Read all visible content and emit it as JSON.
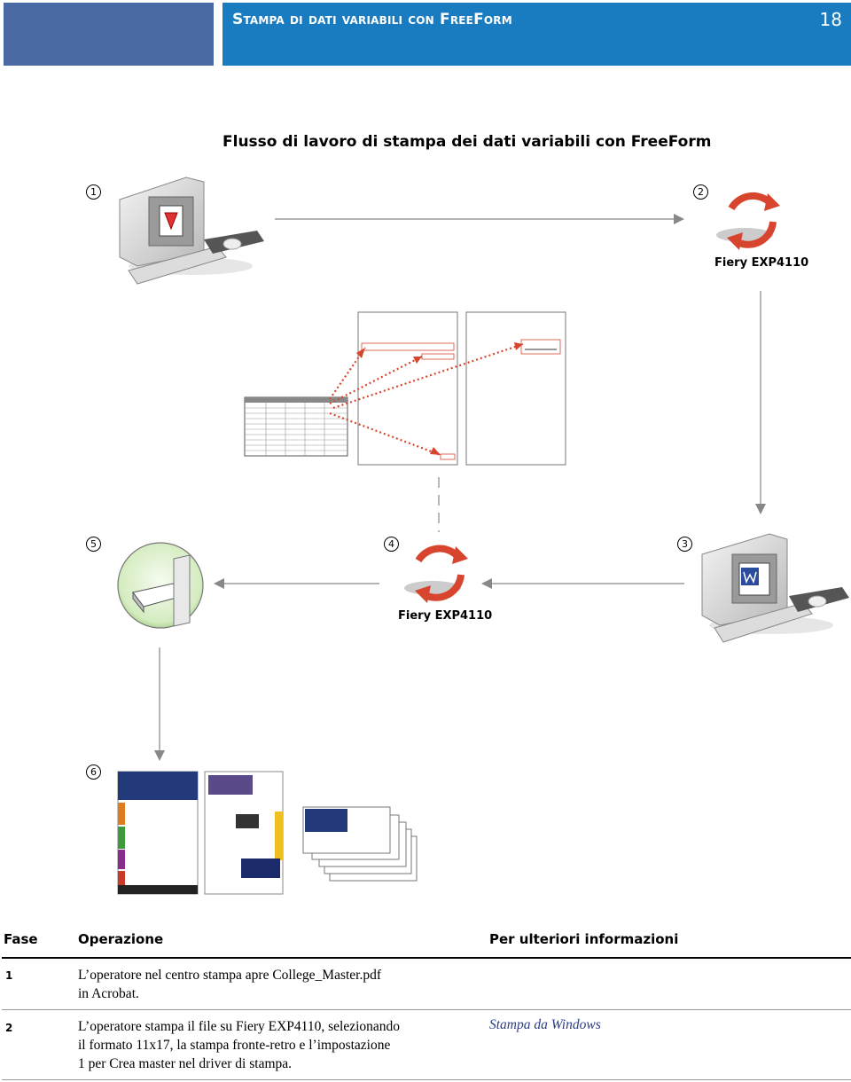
{
  "header": {
    "section_title": "Stampa di dati variabili con FreeForm",
    "page_number": "18"
  },
  "figure": {
    "title": "Flusso di lavoro di stampa dei dati variabili con FreeForm",
    "step_numbers": [
      "1",
      "2",
      "3",
      "4",
      "5",
      "6"
    ],
    "server_label_top": "Fiery EXP4110",
    "server_label_middle": "Fiery EXP4110"
  },
  "table": {
    "headers": {
      "phase": "Fase",
      "operation": "Operazione",
      "more_info": "Per ulteriori informazioni"
    },
    "rows": [
      {
        "phase": "1",
        "operation_lines": [
          "L’operatore nel centro stampa apre College_Master.pdf",
          "in Acrobat."
        ],
        "more_info": ""
      },
      {
        "phase": "2",
        "operation_lines": [
          "L’operatore stampa il file su Fiery EXP4110, selezionando",
          "il formato 11x17, la stampa fronte-retro e l’impostazione",
          "1 per Crea master nel driver di stampa."
        ],
        "more_info": "Stampa da Windows"
      }
    ]
  },
  "colors": {
    "header_left": "#4a6aa6",
    "header_right": "#1a7cc0",
    "arrow_red": "#d8452f",
    "link": "#2a3e86"
  }
}
